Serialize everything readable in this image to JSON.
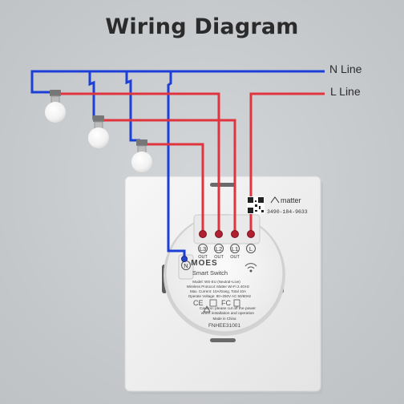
{
  "title": "Wiring Diagram",
  "lines": {
    "n_label": "N Line",
    "l_label": "L Line"
  },
  "colors": {
    "neutral": "#1c3fd8",
    "live": "#e0343f",
    "panel": "#f2f2f2",
    "text": "#2b2b2b"
  },
  "device": {
    "qr_code": "3490-184-9633",
    "matter_label": "matter",
    "brand": "MOES",
    "product": "Smart Switch",
    "terminals": [
      "L3",
      "L2",
      "L1",
      "L"
    ],
    "terminal_sub": [
      "OUT",
      "OUT",
      "OUT",
      ""
    ],
    "neutral_terminal": "N",
    "spec_lines": [
      "Model: WS-EU (Neutral+Live)",
      "Wireless Protocol: Matter Wi-Fi 2.4GHz",
      "Max. Current: 10A/Gang, Total 10A",
      "Operate Voltage: 90~250V AC 50/60Hz"
    ],
    "caution": "Caution: please cut off the power",
    "caution2": "when installation and operation",
    "made_in": "Made in China",
    "serial": "FNHEE31001"
  },
  "icons": [
    "lightbulb-icon",
    "wifi-icon",
    "matter-logo-icon",
    "qr-code-icon",
    "ce-mark-icon",
    "fcc-mark-icon"
  ]
}
